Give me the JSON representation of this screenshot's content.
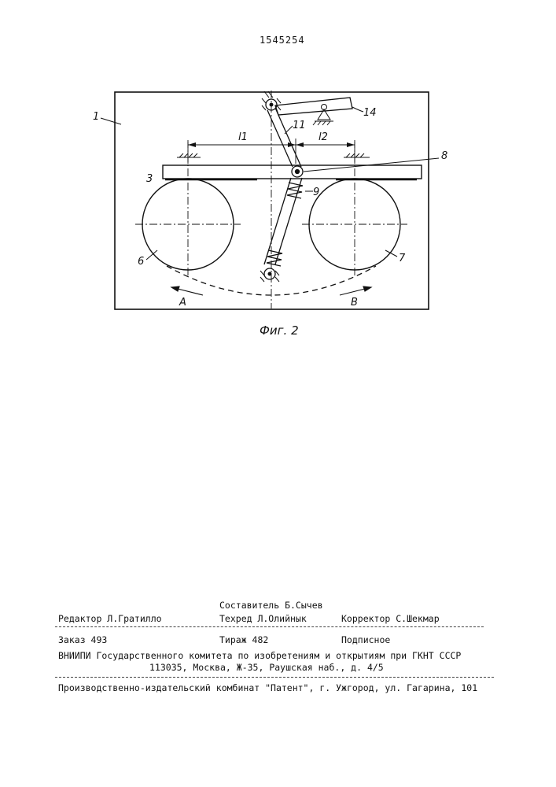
{
  "header": {
    "patent_number": "1545254"
  },
  "figure": {
    "caption": "Фиг. 2",
    "labels": {
      "frame": "1",
      "beam": "3",
      "roller_left": "6",
      "roller_right": "7",
      "joint": "8",
      "spring": "9",
      "rod": "11",
      "lever": "14",
      "dim_left": "l1",
      "dim_right": "l2",
      "arrow_a": "A",
      "arrow_b": "B"
    }
  },
  "footer": {
    "composer": "Составитель Б.Сычев",
    "editor": "Редактор Л.Гратилло",
    "tech_editor": "Техред Л.Олийнык",
    "corrector": "Корректор С.Шекмар",
    "order": "Заказ 493",
    "circulation": "Тираж 482",
    "subscription": "Подписное",
    "institution_line1": "ВНИИПИ Государственного комитета по изобретениям и открытиям при ГКНТ СССР",
    "institution_line2": "113035, Москва, Ж-35, Раушская наб., д. 4/5",
    "publisher": "Производственно-издательский комбинат \"Патент\", г. Ужгород, ул. Гагарина, 101"
  }
}
